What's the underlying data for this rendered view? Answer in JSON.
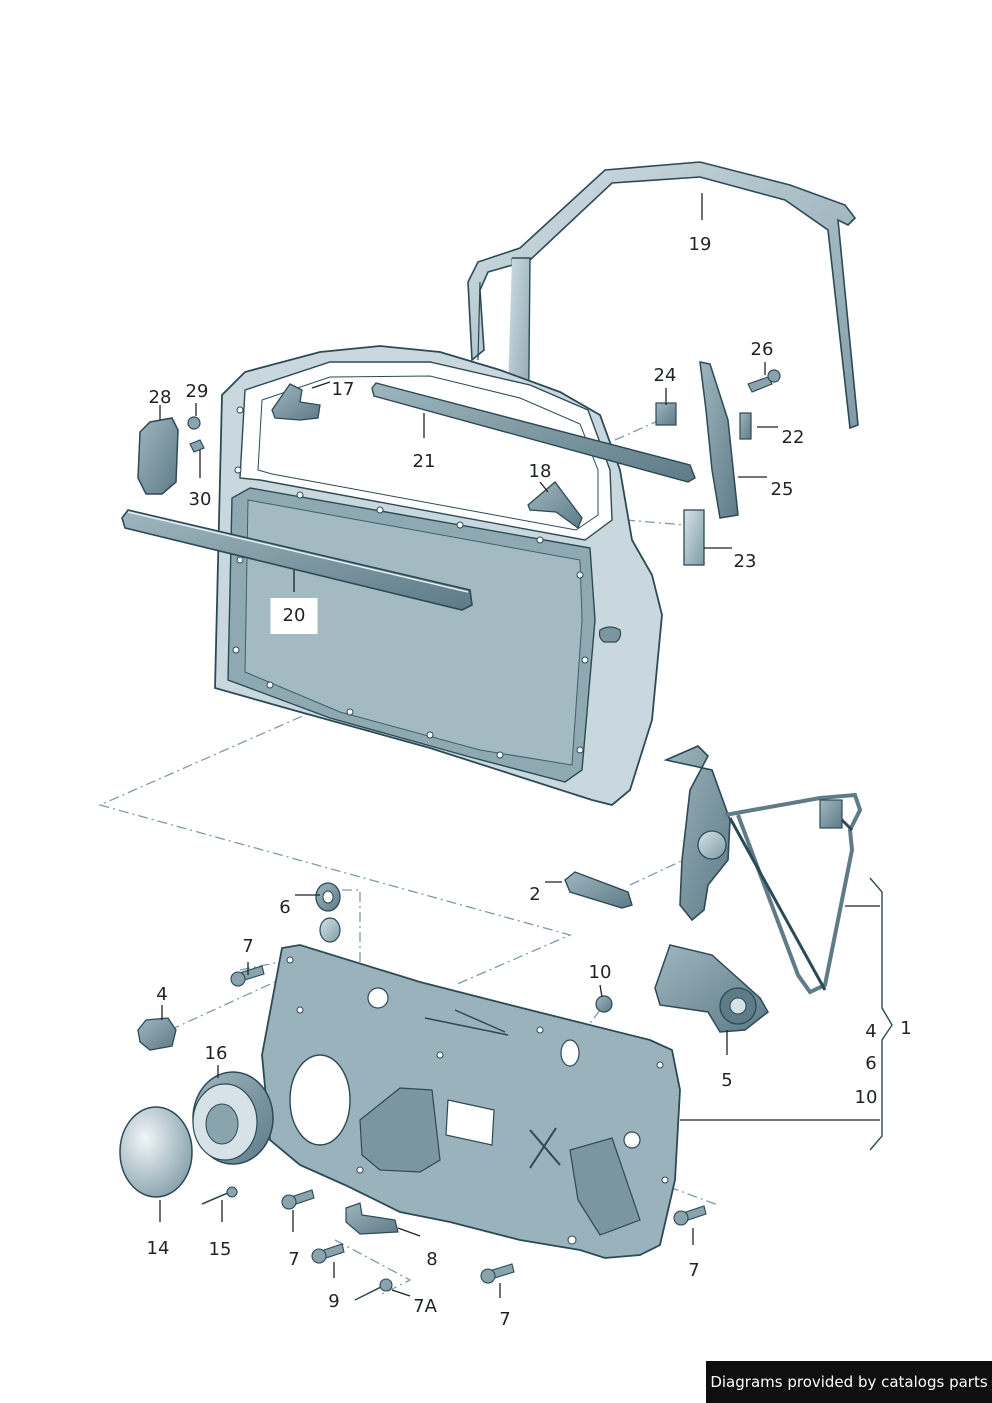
{
  "diagram": {
    "labels": {
      "l1": "1",
      "l2": "2",
      "l4a": "4",
      "l4b": "4",
      "l5": "5",
      "l6a": "6",
      "l6b": "6",
      "l7a": "7",
      "l7b": "7",
      "l7c": "7",
      "l7d": "7",
      "l7A": "7A",
      "l8": "8",
      "l9": "9",
      "l10a": "10",
      "l10b": "10",
      "l14": "14",
      "l15": "15",
      "l16": "16",
      "l17": "17",
      "l18": "18",
      "l19": "19",
      "l20": "20",
      "l21": "21",
      "l22": "22",
      "l23": "23",
      "l24": "24",
      "l25": "25",
      "l26": "26",
      "l28": "28",
      "l29": "29",
      "l30": "30"
    }
  },
  "footer": {
    "text": "Diagrams provided by catalogs parts"
  },
  "colors": {
    "outline": "#2c4a55",
    "part_fill": "#a9bfc8",
    "part_light": "#d6e2e7",
    "part_dark": "#6f8c98",
    "dash_line": "#7d9aa8",
    "leader": "#1f2326"
  }
}
